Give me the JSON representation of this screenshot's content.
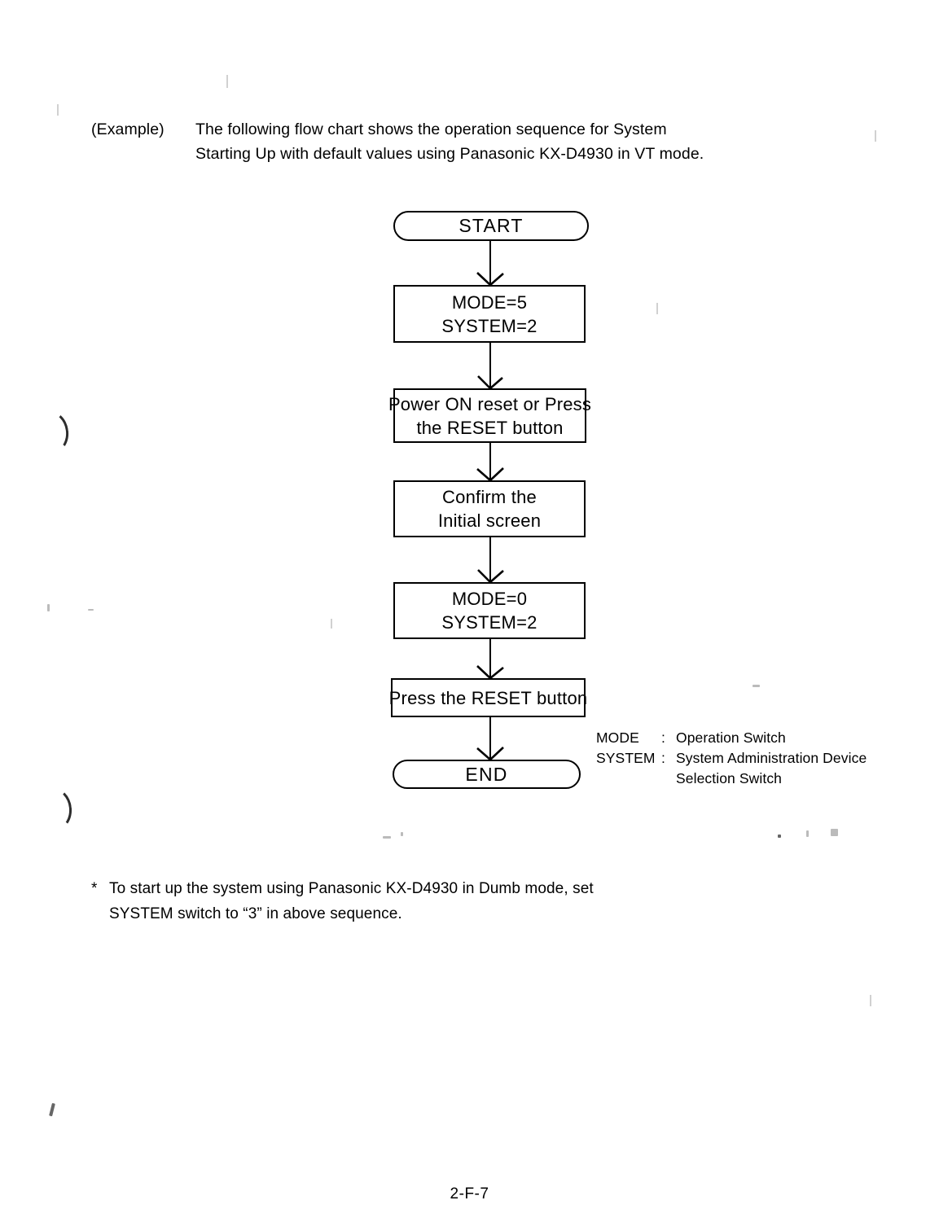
{
  "document": {
    "page_number": "2-F-7"
  },
  "intro": {
    "example_label": "(Example)",
    "line1": "The following flow chart shows the operation sequence for System",
    "line2": "Starting Up with default values using Panasonic KX-D4930 in VT mode."
  },
  "flowchart": {
    "type": "flowchart",
    "orientation": "vertical",
    "nodes": [
      {
        "id": "start",
        "shape": "terminator",
        "lines": [
          "START"
        ]
      },
      {
        "id": "mode5",
        "shape": "process",
        "lines": [
          "MODE=5",
          "SYSTEM=2"
        ]
      },
      {
        "id": "power",
        "shape": "process",
        "lines": [
          "Power ON reset or Press",
          "the RESET button"
        ]
      },
      {
        "id": "confirm",
        "shape": "process",
        "lines": [
          "Confirm the",
          "Initial screen"
        ]
      },
      {
        "id": "mode0",
        "shape": "process",
        "lines": [
          "MODE=0",
          "SYSTEM=2"
        ]
      },
      {
        "id": "reset",
        "shape": "process",
        "lines": [
          "Press the RESET button"
        ]
      },
      {
        "id": "end",
        "shape": "terminator",
        "lines": [
          "END"
        ]
      }
    ]
  },
  "legend": {
    "rows": [
      {
        "term": "MODE",
        "colon": ":",
        "desc": "Operation Switch"
      },
      {
        "term": "SYSTEM",
        "colon": ":",
        "desc": "System Administration Device"
      }
    ],
    "continuation": "Selection Switch"
  },
  "footnote": {
    "marker": "*",
    "line1": "To start up the system using Panasonic KX-D4930 in Dumb mode, set",
    "line2": "SYSTEM switch to “3” in above sequence."
  },
  "colors": {
    "ink": "#000000",
    "paper": "#ffffff"
  }
}
